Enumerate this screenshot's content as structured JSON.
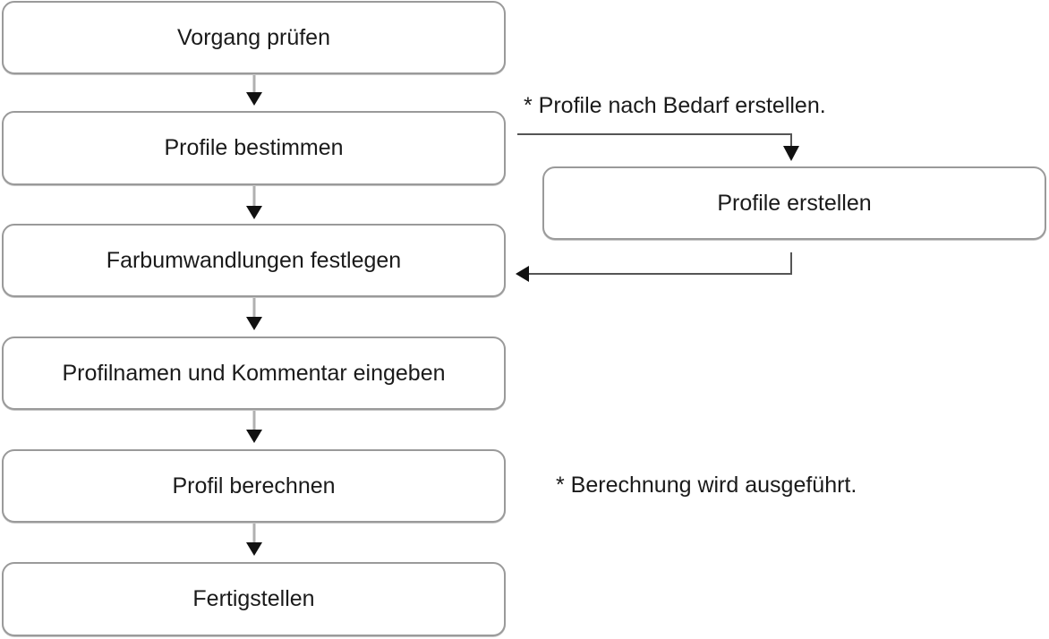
{
  "steps": [
    {
      "id": "vorgang",
      "label": "Vorgang prüfen"
    },
    {
      "id": "bestimmen",
      "label": "Profile bestimmen"
    },
    {
      "id": "farbumwandlungen",
      "label": "Farbumwandlungen festlegen"
    },
    {
      "id": "profilnamen",
      "label": "Profilnamen und Kommentar eingeben"
    },
    {
      "id": "berechnen",
      "label": "Profil berechnen"
    },
    {
      "id": "fertigstellen",
      "label": "Fertigstellen"
    }
  ],
  "branch_step": {
    "id": "erstellen",
    "label": "Profile erstellen"
  },
  "notes": {
    "branch_note": "* Profile nach Bedarf erstellen.",
    "calc_note": "* Berechnung wird ausgeführt."
  },
  "colors": {
    "box_border": "#9a9a9a",
    "connector_gray": "#b0b0b0",
    "connector_dark": "#555555",
    "arrowhead": "#111111",
    "text": "#1a1a1a"
  }
}
